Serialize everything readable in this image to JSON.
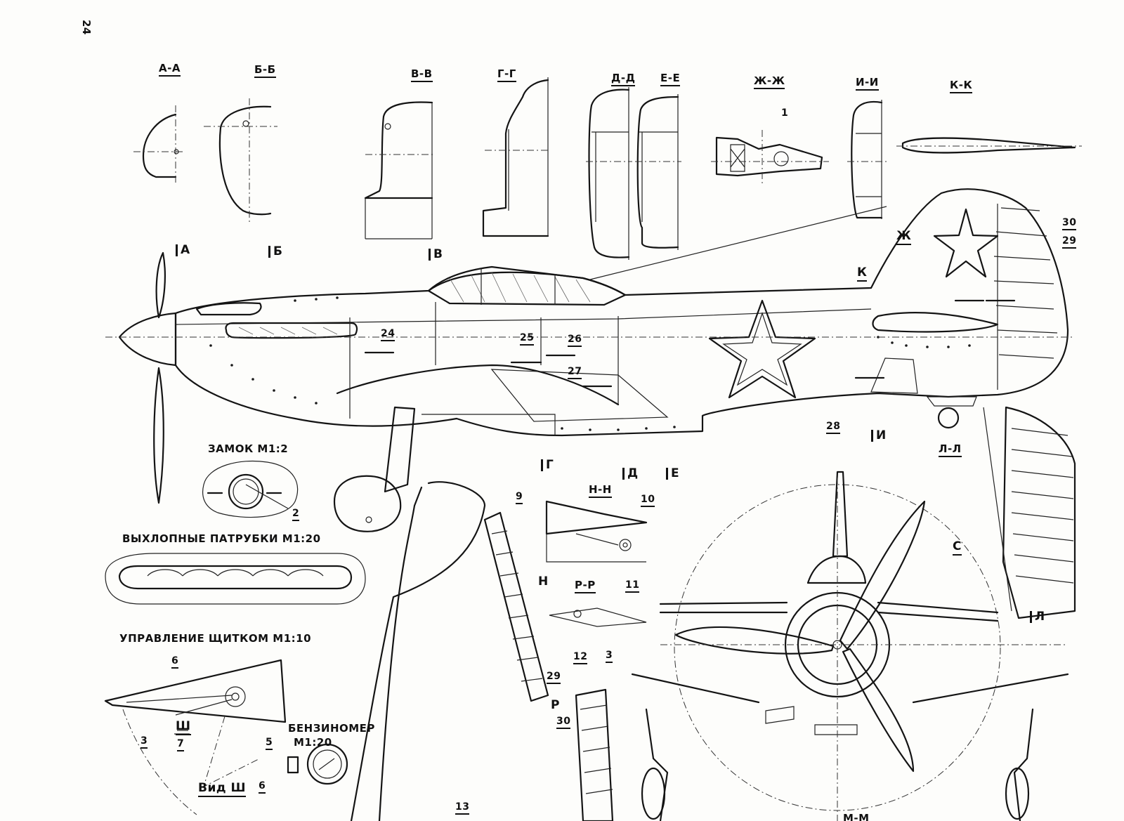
{
  "page_number": "24",
  "sections": {
    "aa": "А-А",
    "bb": "Б-Б",
    "vv": "В-В",
    "gg": "Г-Г",
    "dd": "Д-Д",
    "ee": "Е-Е",
    "zhzh": "Ж-Ж",
    "ii": "И-И",
    "kk": "К-К",
    "nn": "Н-Н",
    "rr": "Р-Р",
    "ll": "Л-Л",
    "mm": "М-М"
  },
  "cut_markers": [
    "А",
    "Б",
    "В",
    "Г",
    "Д",
    "Е",
    "И",
    "Л",
    "Ж",
    "К",
    "Н",
    "Р",
    "С",
    "Ш"
  ],
  "titles": {
    "lock": "ЗАМОК М1:2",
    "exhaust": "ВЫХЛОПНЫЕ ПАТРУБКИ М1:20",
    "flap_control": "УПРАВЛЕНИЕ ЩИТКОМ М1:10",
    "fuel_gauge": "БЕНЗИНОМЕР",
    "fuel_gauge_scale": "М1:20",
    "view_sh": "Вид Ш"
  },
  "callouts": [
    "1",
    "2",
    "3",
    "5",
    "6",
    "7",
    "9",
    "10",
    "11",
    "12",
    "13",
    "24",
    "25",
    "26",
    "27",
    "28",
    "29",
    "30"
  ],
  "colors": {
    "ink": "#141414",
    "paper": "#fdfdfb"
  }
}
